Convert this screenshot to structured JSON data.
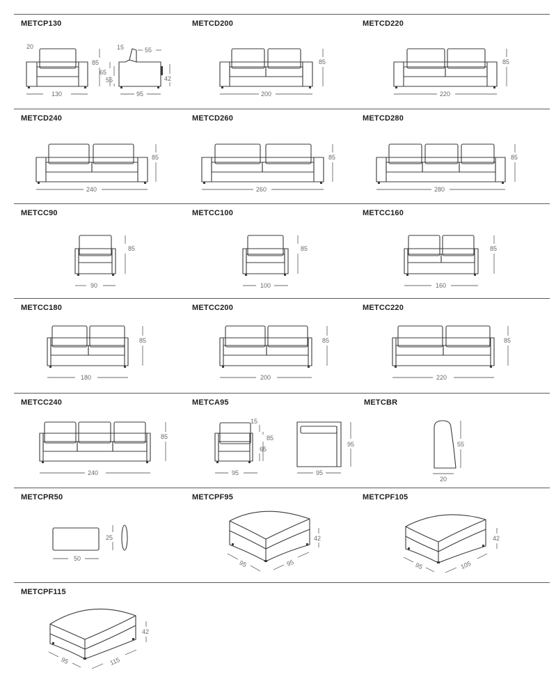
{
  "title": "",
  "products": [
    {
      "code": "METCP130",
      "dims": {
        "armrest": "20",
        "height": "85",
        "seat_back": "65",
        "seat": "55",
        "width": "130",
        "side_top": "15",
        "side_depth_top": "55",
        "side_seat": "42",
        "depth": "95"
      }
    },
    {
      "code": "METCD200",
      "dims": {
        "height": "85",
        "width": "200"
      }
    },
    {
      "code": "METCD220",
      "dims": {
        "height": "85",
        "width": "220"
      }
    },
    {
      "code": "METCD240",
      "dims": {
        "height": "85",
        "width": "240"
      }
    },
    {
      "code": "METCD260",
      "dims": {
        "height": "85",
        "width": "260"
      }
    },
    {
      "code": "METCD280",
      "dims": {
        "height": "85",
        "width": "280"
      }
    },
    {
      "code": "METCC90",
      "dims": {
        "height": "85",
        "width": "90"
      }
    },
    {
      "code": "METCC100",
      "dims": {
        "height": "85",
        "width": "100"
      }
    },
    {
      "code": "METCC160",
      "dims": {
        "height": "85",
        "width": "160"
      }
    },
    {
      "code": "METCC180",
      "dims": {
        "height": "85",
        "width": "180"
      }
    },
    {
      "code": "METCC200",
      "dims": {
        "height": "85",
        "width": "200"
      }
    },
    {
      "code": "METCC220",
      "dims": {
        "height": "85",
        "width": "220"
      }
    },
    {
      "code": "METCC240",
      "dims": {
        "height": "85",
        "width": "240"
      }
    },
    {
      "code": "METCA95",
      "dims": {
        "top": "15",
        "height": "85",
        "mid": "65",
        "width": "95",
        "depth": "95"
      }
    },
    {
      "code": "METCBR",
      "dims": {
        "height": "55",
        "width": "20"
      }
    },
    {
      "code": "METCPR50",
      "dims": {
        "height": "25",
        "width": "50"
      }
    },
    {
      "code": "METCPF95",
      "dims": {
        "height": "42",
        "side_a": "95",
        "side_b": "95"
      }
    },
    {
      "code": "METCPF105",
      "dims": {
        "height": "42",
        "side_a": "95",
        "side_b": "105"
      }
    },
    {
      "code": "METCPF115",
      "dims": {
        "height": "42",
        "side_a": "95",
        "side_b": "115"
      }
    }
  ]
}
